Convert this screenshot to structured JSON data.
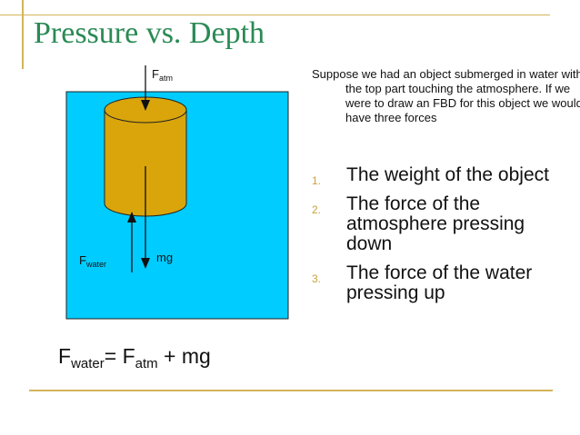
{
  "slide": {
    "title": "Pressure vs. Depth"
  },
  "diagram": {
    "colors": {
      "water": "#00ccff",
      "cylinder": "#d9a50b",
      "outline": "#222222",
      "arrow": "#111111"
    },
    "labels": {
      "f_atm_main": "F",
      "f_atm_sub": "atm",
      "f_water_main": "F",
      "f_water_sub": "water",
      "mg": "mg"
    }
  },
  "equation": {
    "lhs_main": "F",
    "lhs_sub": "water",
    "equals": "= F",
    "rhs_sub": "atm",
    "rest": " + mg"
  },
  "text": {
    "intro": "Suppose we had an object submerged in water with the top part touching the atmosphere. If we were to draw an FBD for this object we would have three forces",
    "points": [
      {
        "num": "1.",
        "text": "The weight of the object"
      },
      {
        "num": "2.",
        "text": "The force of the atmosphere pressing down"
      },
      {
        "num": "3.",
        "text": "The force of the water pressing up"
      }
    ]
  },
  "theme": {
    "title_color": "#2a8a55",
    "rule_color": "#d4b45a",
    "bullet_color": "#c8a23c"
  }
}
